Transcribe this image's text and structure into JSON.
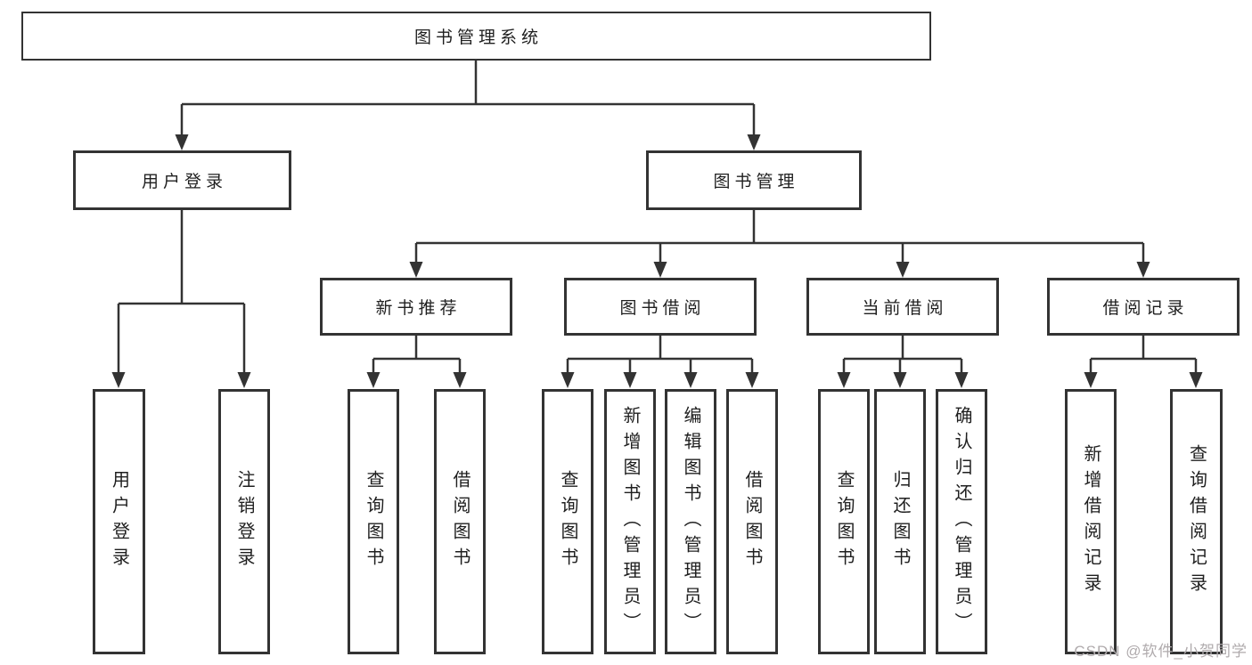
{
  "diagram": {
    "root": "图书管理系统",
    "branches": [
      {
        "label": "用户登录",
        "children": [
          "用户登录",
          "注销登录"
        ]
      },
      {
        "label": "图书管理",
        "sections": [
          {
            "label": "新书推荐",
            "children": [
              "查询图书",
              "借阅图书"
            ]
          },
          {
            "label": "图书借阅",
            "children": [
              "查询图书",
              "新增图书（管理员）",
              "编辑图书（管理员）",
              "借阅图书"
            ]
          },
          {
            "label": "当前借阅",
            "children": [
              "查询图书",
              "归还图书",
              "确认归还（管理员）"
            ]
          },
          {
            "label": "借阅记录",
            "children": [
              "新增借阅记录",
              "查询借阅记录"
            ]
          }
        ]
      }
    ]
  },
  "watermark": {
    "text": "CSDN @软件_小贺同学"
  },
  "colors": {
    "line": "#333333",
    "box_border": "#333333",
    "box_fill": "#ffffff",
    "text": "#1f1f1f",
    "watermark": "#b0abad",
    "background": "#ffffff"
  }
}
